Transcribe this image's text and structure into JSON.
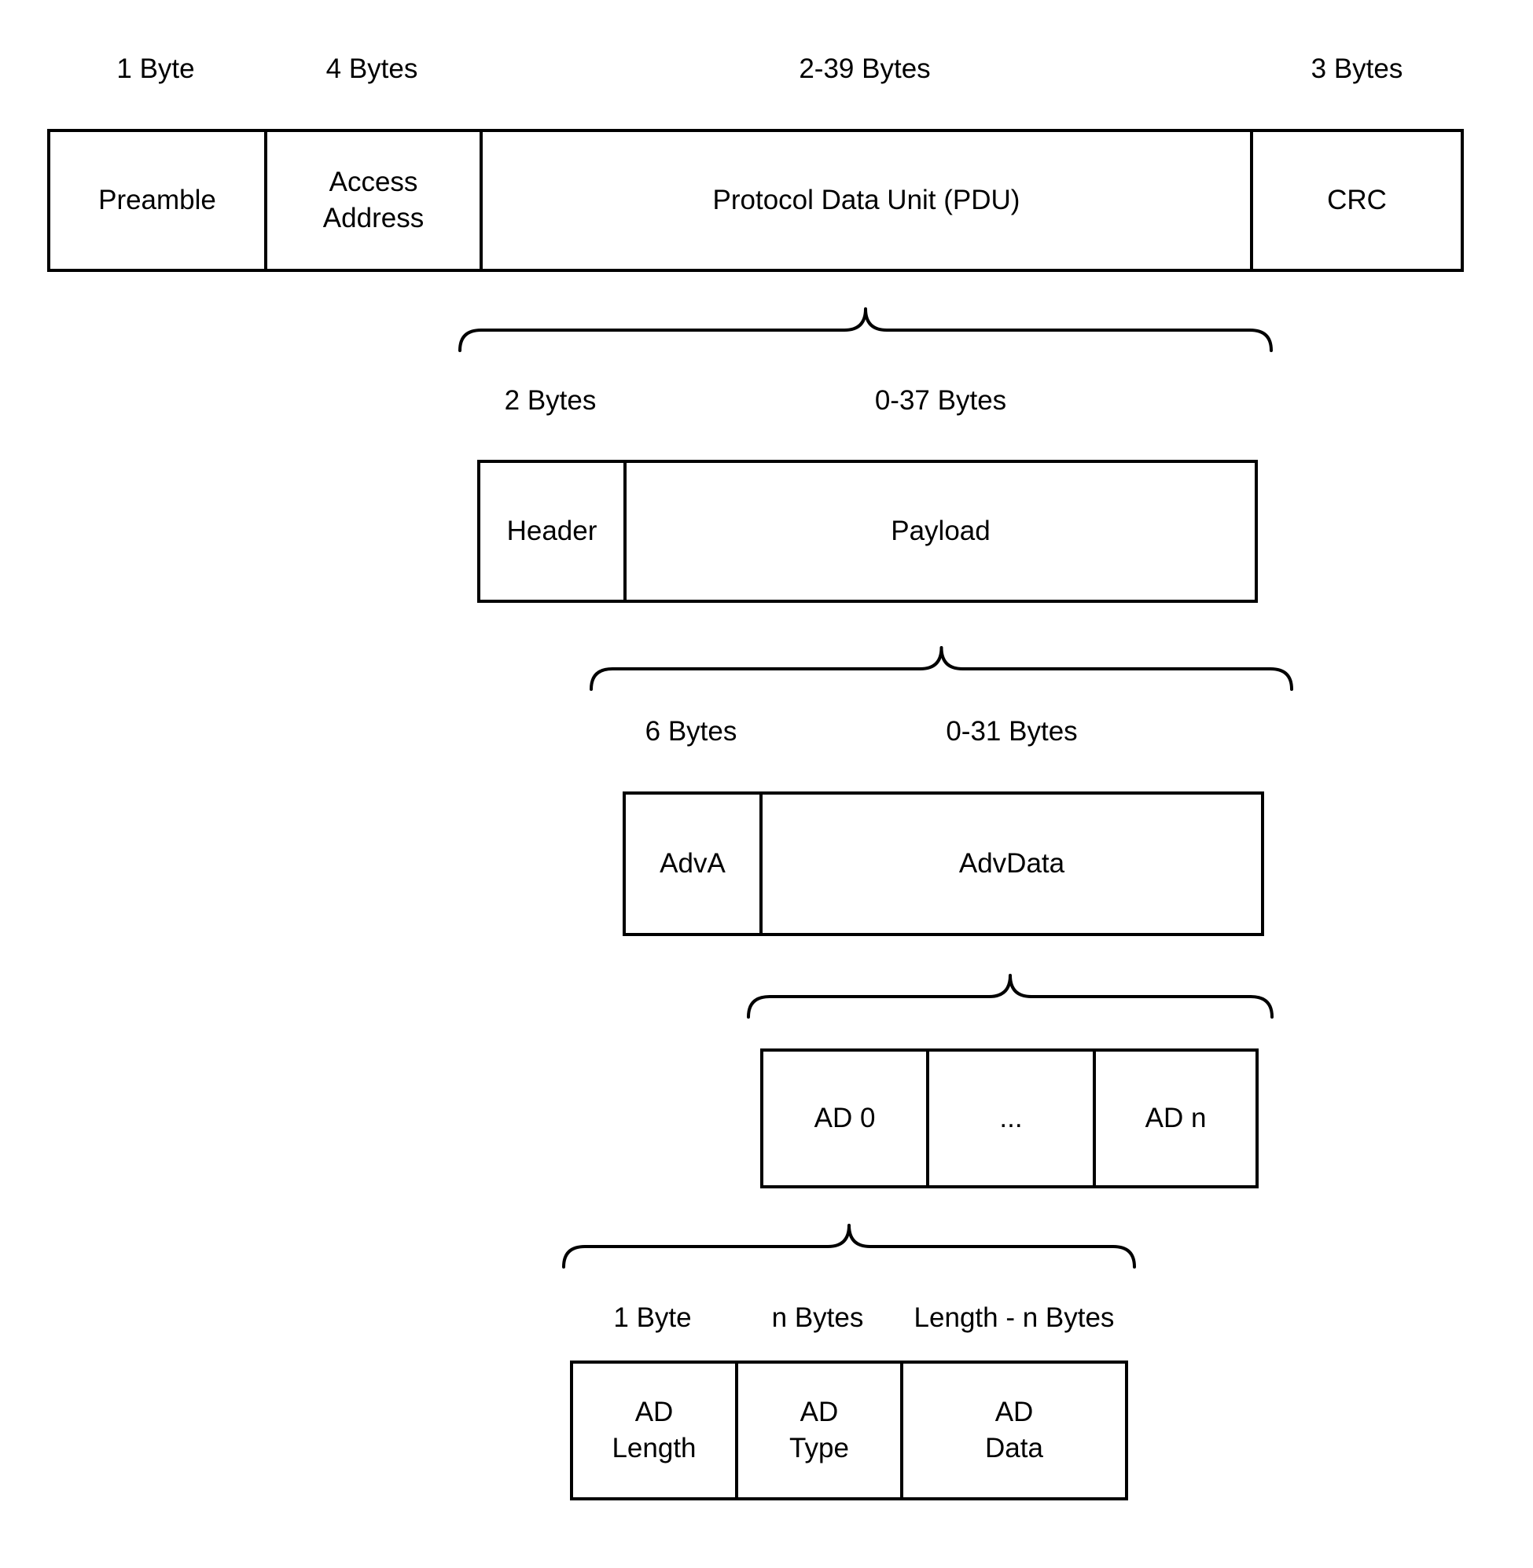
{
  "packet": {
    "size_labels": [
      "1 Byte",
      "4 Bytes",
      "2-39 Bytes",
      "3 Bytes"
    ],
    "fields": [
      "Preamble",
      "Access\nAddress",
      "Protocol Data Unit (PDU)",
      "CRC"
    ]
  },
  "pdu": {
    "size_labels": [
      "2 Bytes",
      "0-37 Bytes"
    ],
    "fields": [
      "Header",
      "Payload"
    ]
  },
  "payload": {
    "size_labels": [
      "6 Bytes",
      "0-31 Bytes"
    ],
    "fields": [
      "AdvA",
      "AdvData"
    ]
  },
  "advdata": {
    "fields": [
      "AD 0",
      "...",
      "AD n"
    ]
  },
  "ad": {
    "size_labels": [
      "1 Byte",
      "n Bytes",
      "Length - n Bytes"
    ],
    "fields": [
      "AD\nLength",
      "AD\nType",
      "AD\nData"
    ]
  },
  "colors": {
    "stroke": "#000000",
    "background": "#ffffff"
  }
}
